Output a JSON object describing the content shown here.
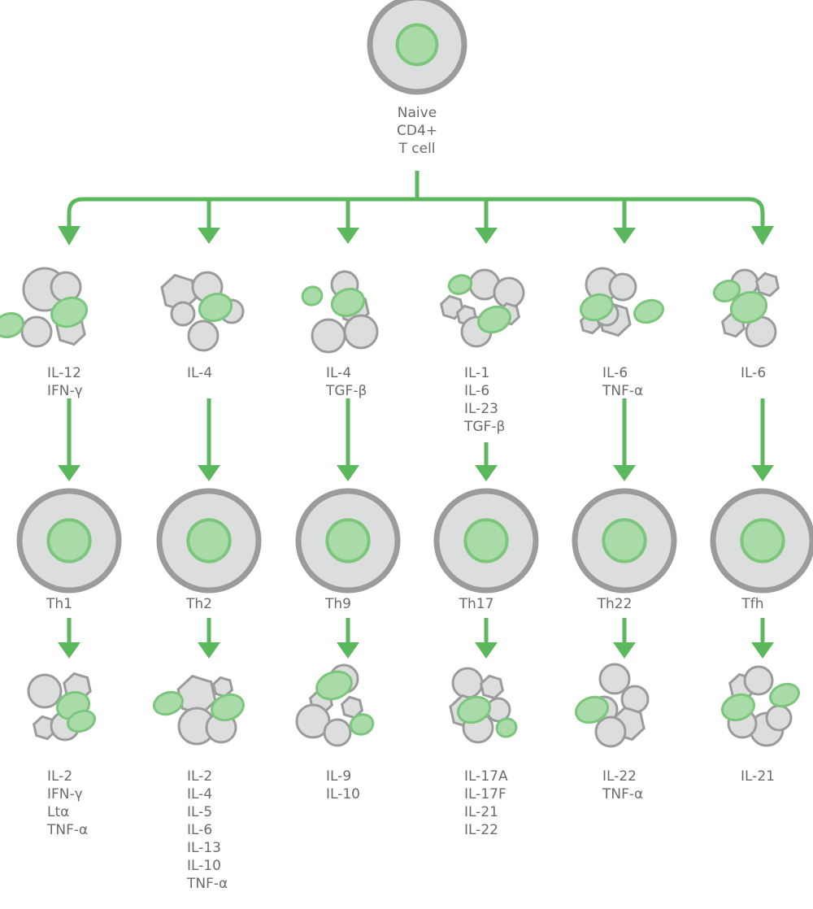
{
  "title": {
    "lines": [
      "Naive",
      "CD4+",
      "T cell"
    ]
  },
  "colors": {
    "arrow": "#5cb85c",
    "cell_fill": "#dcdddd",
    "cell_edge": "#9a9c9c",
    "green_fill": "#a9dba9",
    "green_edge": "#7cc67c",
    "text": "#6b6b6b"
  },
  "columns": [
    {
      "inducers": [
        "IL-12",
        "IFN-γ"
      ],
      "subset": "Th1",
      "products": [
        "IL-2",
        "IFN-γ",
        "Ltα",
        "TNF-α"
      ]
    },
    {
      "inducers": [
        "IL-4"
      ],
      "subset": "Th2",
      "products": [
        "IL-2",
        "IL-4",
        "IL-5",
        "IL-6",
        "IL-13",
        "IL-10",
        "TNF-α"
      ]
    },
    {
      "inducers": [
        "IL-4",
        "TGF-β"
      ],
      "subset": "Th9",
      "products": [
        "IL-9",
        "IL-10"
      ]
    },
    {
      "inducers": [
        "IL-1",
        "IL-6",
        "IL-23",
        "TGF-β"
      ],
      "subset": "Th17",
      "products": [
        "IL-17A",
        "IL-17F",
        "IL-21",
        "IL-22"
      ]
    },
    {
      "inducers": [
        "IL-6",
        "TNF-α"
      ],
      "subset": "Th22",
      "products": [
        "IL-22",
        "TNF-α"
      ]
    },
    {
      "inducers": [
        "IL-6"
      ],
      "subset": "Tfh",
      "products": [
        "IL-21"
      ]
    }
  ]
}
